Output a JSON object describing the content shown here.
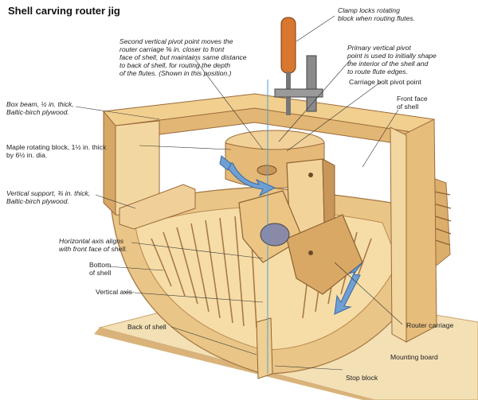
{
  "title": "Shell carving router jig",
  "labels": {
    "clamp": [
      "Clamp locks rotating",
      "block when routing flutes."
    ],
    "second_pivot": [
      "Second vertical pivot point moves the",
      "router carriage ⅝ in. closer to front",
      "face of shell, but maintains same distance",
      "to back of shell, for routing the depth",
      "of the flutes. (Shown in this position.)"
    ],
    "primary_pivot": [
      "Primary vertical pivot",
      "point is used to initially shape",
      "the interior of the shell and",
      "to route flute edges."
    ],
    "carriage_bolt": [
      "Carriage bolt pivot point"
    ],
    "front_face": [
      "Front face",
      "of shell"
    ],
    "box_beam": [
      "Box beam, ½ in. thick,",
      "Baltic-birch plywood."
    ],
    "maple_block": [
      "Maple rotating block, 1½ in. thick",
      "by 6½ in. dia."
    ],
    "vertical_support": [
      "Vertical support, ¾ in. thick,",
      "Baltic-birch plywood."
    ],
    "horizontal_axis": [
      "Horizontal axis aligns",
      "with front face of shell."
    ],
    "bottom_shell": [
      "Bottom",
      "of shell"
    ],
    "vertical_axis": [
      "Vertical axis"
    ],
    "back_shell": [
      "Back of shell"
    ],
    "router_carriage": [
      "Router carriage"
    ],
    "mounting_board": [
      "Mounting board"
    ],
    "stop_block": [
      "Stop block"
    ]
  },
  "colors": {
    "wood_light": "#f3d9a4",
    "wood_mid": "#e8c07e",
    "wood_dark": "#c9965a",
    "shadow": "#9a6a3a",
    "arrow_blue": "#6f9fd3",
    "axis_line": "#4aa0d8"
  }
}
